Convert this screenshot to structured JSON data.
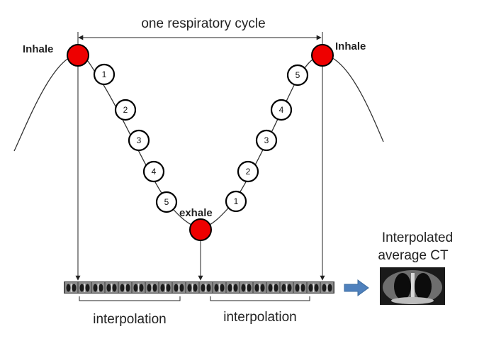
{
  "diagram": {
    "cycle_label": "one respiratory cycle",
    "inhale_label_left": "Inhale",
    "inhale_label_right": "Inhale",
    "exhale_label": "exhale",
    "phase_numbers_exhaling": [
      "1",
      "2",
      "3",
      "4",
      "5"
    ],
    "phase_numbers_inhaling": [
      "1",
      "2",
      "3",
      "4",
      "5"
    ],
    "interpolation_left": "interpolation",
    "interpolation_right": "interpolation",
    "result_label_line1": "Interpolated",
    "result_label_line2": "average CT",
    "icons": [
      "slice-strip",
      "arrow-right-icon",
      "ct-coronal-thumbnail"
    ],
    "colors": {
      "key_phase": "#ee0000",
      "phase_circle": "#ffffff",
      "arrow": "#4f81bd"
    }
  }
}
